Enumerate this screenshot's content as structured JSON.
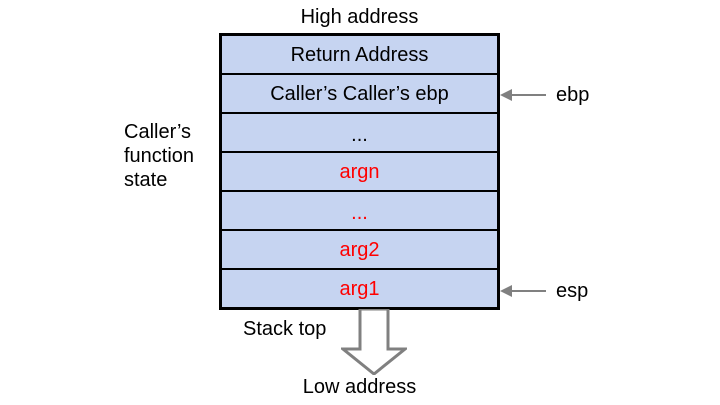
{
  "diagram": {
    "title_top": "High address",
    "title_bottom": "Low address",
    "side_label": "Caller’s function state",
    "stack_top_label": "Stack top",
    "colors": {
      "cell_fill": "#c6d4f1",
      "cell_border": "#000000",
      "highlight_text": "#ff0000",
      "normal_text": "#000000",
      "pointer_arrow": "#808080",
      "block_arrow_fill": "#ffffff",
      "block_arrow_stroke": "#808080"
    },
    "cells": [
      {
        "label": "Return Address",
        "color": "normal",
        "kind": "text"
      },
      {
        "label": "Caller’s Caller’s ebp",
        "color": "normal",
        "kind": "text"
      },
      {
        "label": "...",
        "color": "normal",
        "kind": "ellipsis"
      },
      {
        "label": "argn",
        "color": "highlight",
        "kind": "text"
      },
      {
        "label": "...",
        "color": "highlight",
        "kind": "ellipsis"
      },
      {
        "label": "arg2",
        "color": "highlight",
        "kind": "text"
      },
      {
        "label": "arg1",
        "color": "highlight",
        "kind": "text"
      }
    ],
    "pointers": [
      {
        "label": "ebp",
        "target_cell": 1,
        "icon": "arrow-left-icon"
      },
      {
        "label": "esp",
        "target_cell": 6,
        "icon": "arrow-left-icon"
      }
    ],
    "growth_arrow": {
      "icon": "block-arrow-down-icon",
      "direction": "down"
    }
  }
}
